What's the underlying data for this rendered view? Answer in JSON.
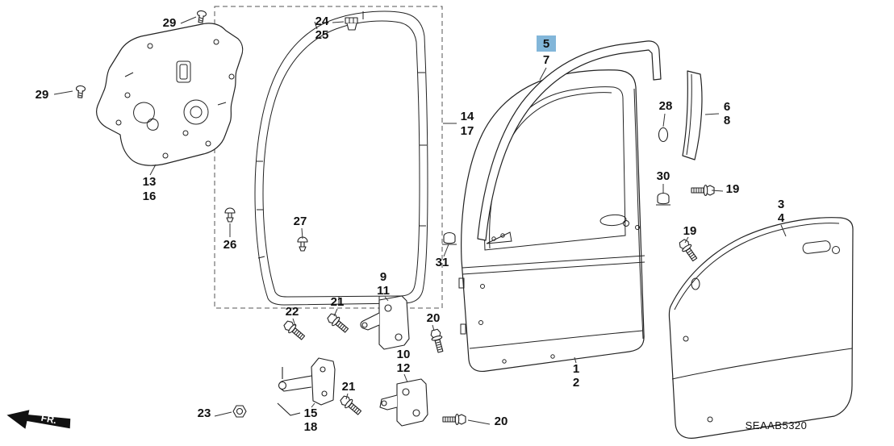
{
  "meta": {
    "part_code": "SEAAB5320",
    "fr_label": "FR."
  },
  "colors": {
    "highlight": "#82b6d9"
  },
  "selected_callout": "5",
  "callouts": [
    {
      "text": "29"
    },
    {
      "text": "29"
    },
    {
      "text": "13"
    },
    {
      "text": "16"
    },
    {
      "text": "26"
    },
    {
      "text": "24"
    },
    {
      "text": "25"
    },
    {
      "text": "14"
    },
    {
      "text": "17"
    },
    {
      "text": "27"
    },
    {
      "text": "22"
    },
    {
      "text": "21"
    },
    {
      "text": "9"
    },
    {
      "text": "11"
    },
    {
      "text": "20"
    },
    {
      "text": "10"
    },
    {
      "text": "12"
    },
    {
      "text": "23"
    },
    {
      "text": "15"
    },
    {
      "text": "18"
    },
    {
      "text": "21"
    },
    {
      "text": "20"
    },
    {
      "text": "31"
    },
    {
      "text": "5"
    },
    {
      "text": "7"
    },
    {
      "text": "28"
    },
    {
      "text": "6"
    },
    {
      "text": "8"
    },
    {
      "text": "30"
    },
    {
      "text": "19"
    },
    {
      "text": "19"
    },
    {
      "text": "3"
    },
    {
      "text": "4"
    },
    {
      "text": "1"
    },
    {
      "text": "2"
    }
  ]
}
